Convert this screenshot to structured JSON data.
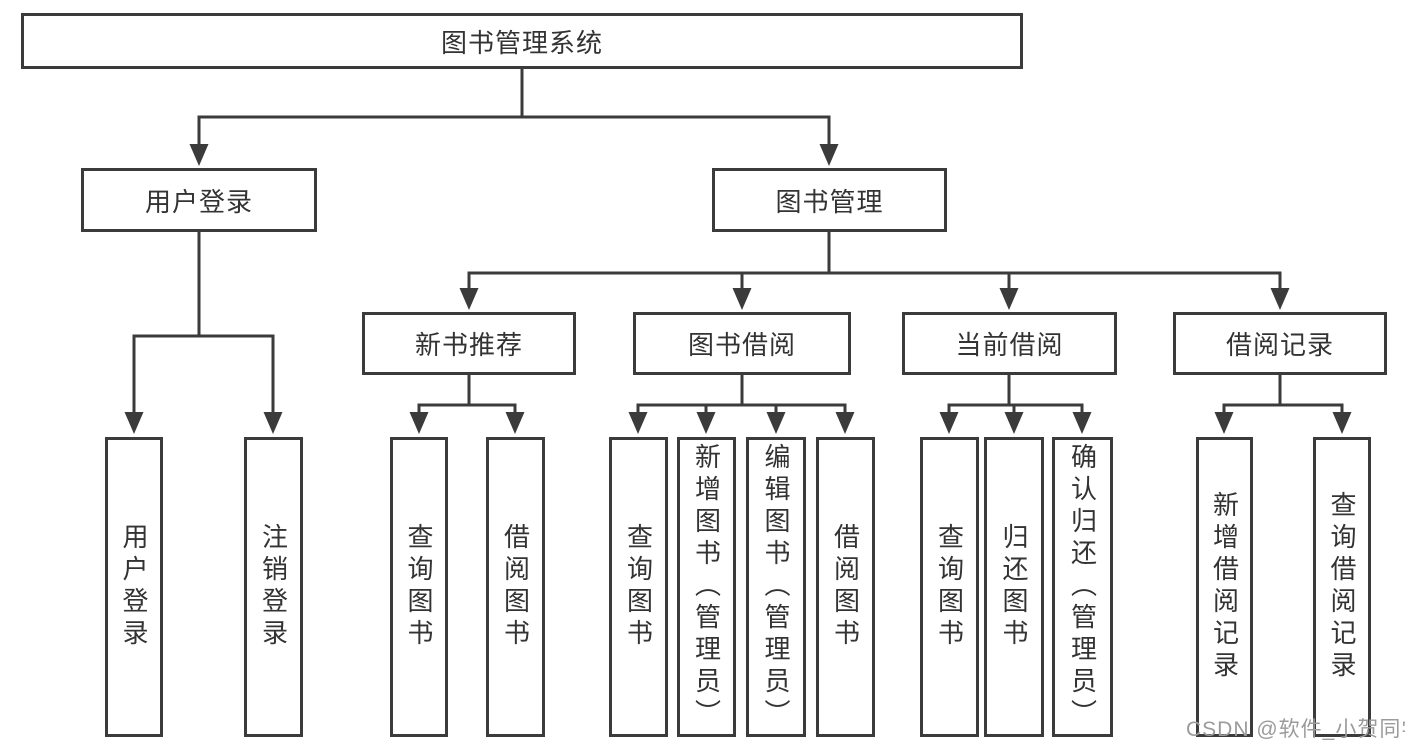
{
  "diagram": {
    "title": "图书管理系统",
    "watermark": "CSDN @软件_小贺同学",
    "colors": {
      "line": "#3b3b3b",
      "text": "#333333",
      "background": "#ffffff",
      "watermark": "#9b9b9b"
    },
    "nodes": [
      {
        "id": "root",
        "label": "图书管理系统",
        "parent": null
      },
      {
        "id": "user-login",
        "label": "用户登录",
        "parent": "root"
      },
      {
        "id": "book-management",
        "label": "图书管理",
        "parent": "root"
      },
      {
        "id": "new-book-recommend",
        "label": "新书推荐",
        "parent": "book-management"
      },
      {
        "id": "book-borrowing",
        "label": "图书借阅",
        "parent": "book-management"
      },
      {
        "id": "current-borrowing",
        "label": "当前借阅",
        "parent": "book-management"
      },
      {
        "id": "borrowing-records",
        "label": "借阅记录",
        "parent": "book-management"
      },
      {
        "id": "leaf-user-login",
        "label": "用户登录",
        "parent": "user-login"
      },
      {
        "id": "leaf-logout",
        "label": "注销登录",
        "parent": "user-login"
      },
      {
        "id": "leaf-query-book-rec",
        "label": "查询图书",
        "parent": "new-book-recommend"
      },
      {
        "id": "leaf-borrow-book-rec",
        "label": "借阅图书",
        "parent": "new-book-recommend"
      },
      {
        "id": "leaf-query-book-bor",
        "label": "查询图书",
        "parent": "book-borrowing"
      },
      {
        "id": "leaf-add-book",
        "label": "新增图书（管理员）",
        "parent": "book-borrowing"
      },
      {
        "id": "leaf-edit-book",
        "label": "编辑图书（管理员）",
        "parent": "book-borrowing"
      },
      {
        "id": "leaf-borrow-book-bor",
        "label": "借阅图书",
        "parent": "book-borrowing"
      },
      {
        "id": "leaf-query-book-cur",
        "label": "查询图书",
        "parent": "current-borrowing"
      },
      {
        "id": "leaf-return-book",
        "label": "归还图书",
        "parent": "current-borrowing"
      },
      {
        "id": "leaf-confirm-return",
        "label": "确认归还（管理员）",
        "parent": "current-borrowing"
      },
      {
        "id": "leaf-add-borrow-record",
        "label": "新增借阅记录",
        "parent": "borrowing-records"
      },
      {
        "id": "leaf-query-borrow-record",
        "label": "查询借阅记录",
        "parent": "borrowing-records"
      }
    ]
  }
}
